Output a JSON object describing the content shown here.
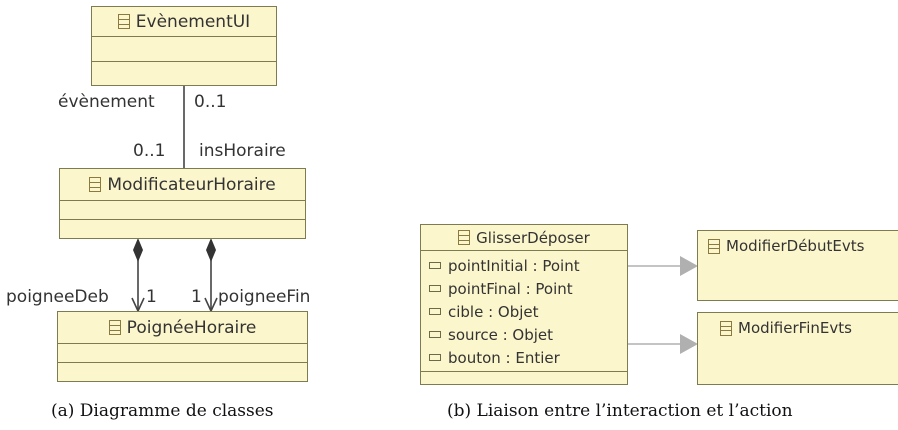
{
  "diagram_a": {
    "classes": {
      "evenement_ui": "EvènementUI",
      "modificateur_horaire": "ModificateurHoraire",
      "poignee_horaire": "PoignéeHoraire"
    },
    "labels": {
      "evenement_role": "évènement",
      "evenement_mult": "0..1",
      "ins_mult": "0..1",
      "ins_role": "insHoraire",
      "deb_role": "poigneeDeb",
      "deb_mult": "1",
      "fin_mult": "1",
      "fin_role": "poigneeFin"
    },
    "caption": "(a) Diagramme de classes"
  },
  "diagram_b": {
    "glisser": {
      "name": "GlisserDéposer",
      "attributes": [
        "pointInitial : Point",
        "pointFinal : Point",
        "cible : Objet",
        "source : Objet",
        "bouton : Entier"
      ]
    },
    "modifier_debut": "ModifierDébutEvts",
    "modifier_fin": "ModifierFinEvts",
    "caption": "(b) Liaison entre l’interaction et l’action"
  },
  "colors": {
    "class_fill": "#fbf6cc",
    "class_border": "#7c7c50",
    "line": "#444444",
    "arrow_gray": "#b0b0b0"
  }
}
